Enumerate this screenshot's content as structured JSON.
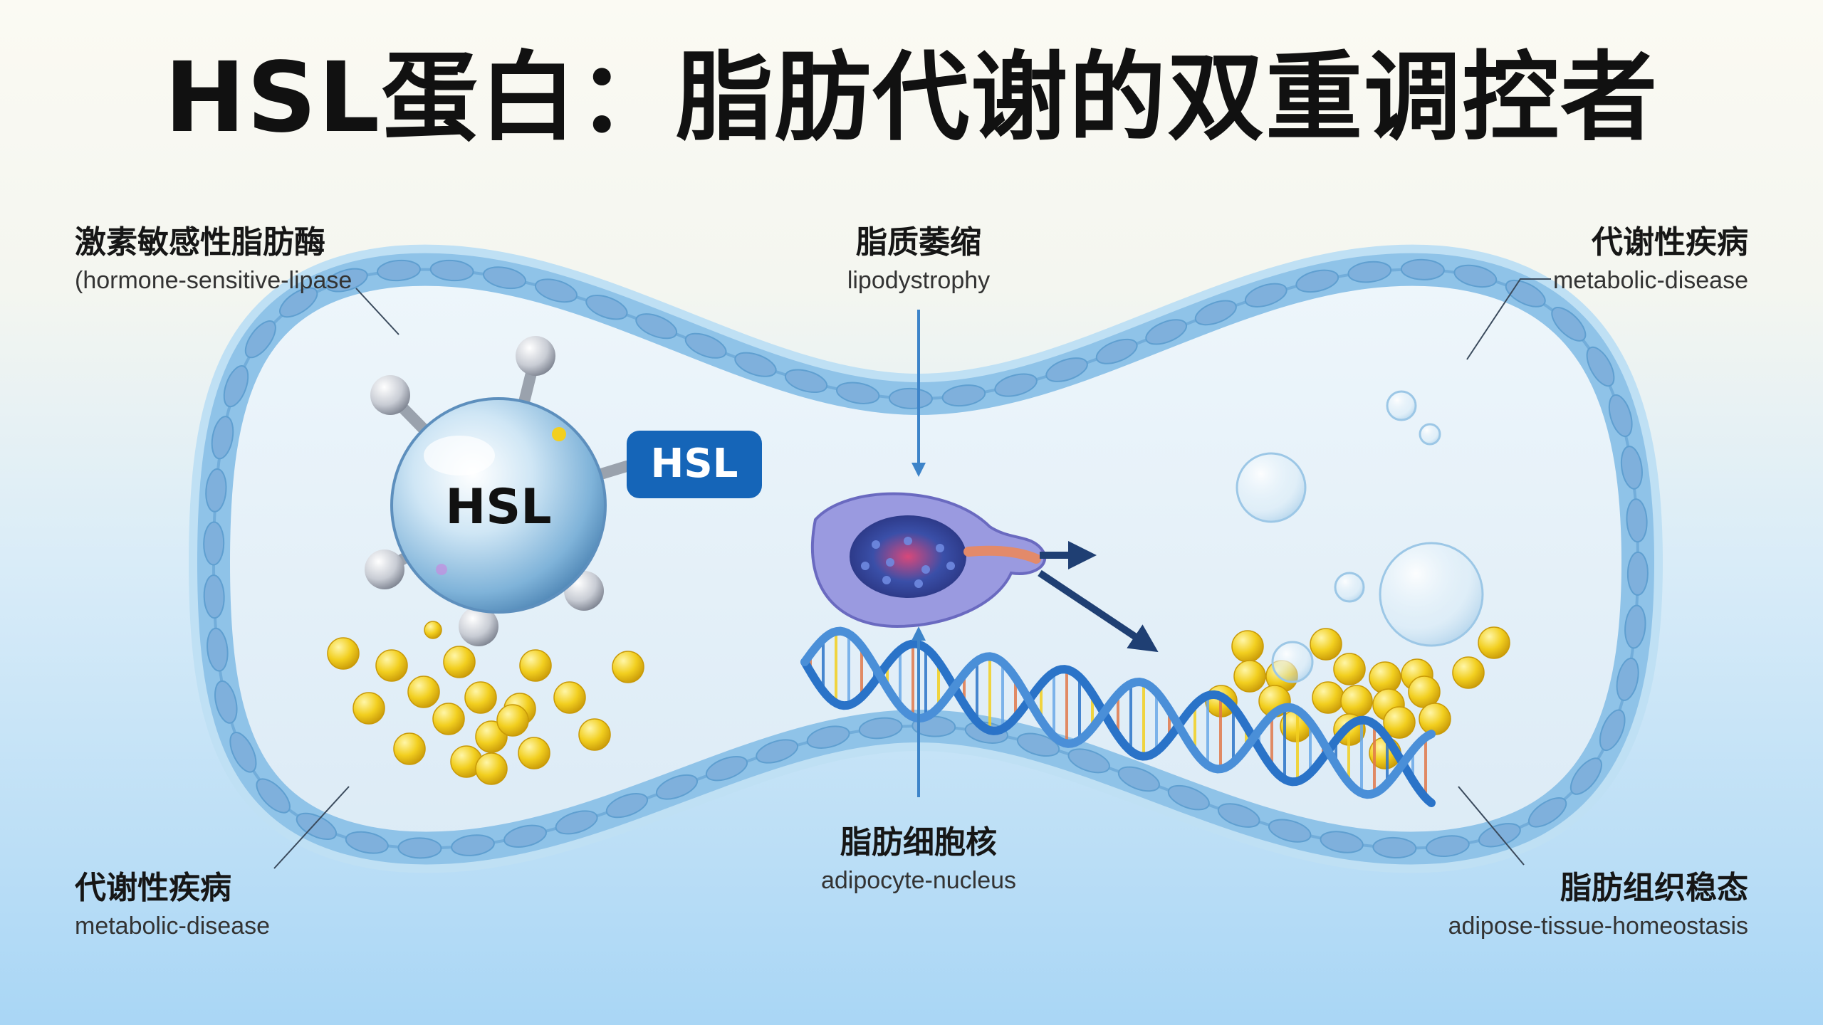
{
  "title": "HSL蛋白：脂肪代谢的双重调控者",
  "labels": {
    "top_left": {
      "zh": "激素敏感性脂肪酶",
      "en": "(hormone-sensitive-lipase"
    },
    "top_center": {
      "zh": "脂质萎缩",
      "en": "lipodystrophy"
    },
    "top_right": {
      "zh": "代谢性疾病",
      "en": "metabolic-disease"
    },
    "bottom_left": {
      "zh": "代谢性疾病",
      "en": "metabolic-disease"
    },
    "bottom_center": {
      "zh": "脂肪细胞核",
      "en": "adipocyte-nucleus"
    },
    "bottom_right": {
      "zh": "脂肪组织稳态",
      "en": "adipose-tissue-homeostasis"
    }
  },
  "protein": {
    "sphere_text": "HSL",
    "tag_text": "HSL"
  },
  "colors": {
    "membrane": "#8fc3e8",
    "membrane_dark": "#5f9fd0",
    "vesicle": "#7fb0dc",
    "lipid": "#f2cf1f",
    "arrow": "#1f3f73",
    "tag": "#1565b8",
    "dna_blue": "#2a73c8",
    "dna_rung": "#e0784a",
    "nucleus": "#8f8fd8"
  },
  "icons": [
    "hsl-protein-icon",
    "nucleus-icon",
    "dna-helix-icon",
    "lipid-droplet-icon"
  ]
}
